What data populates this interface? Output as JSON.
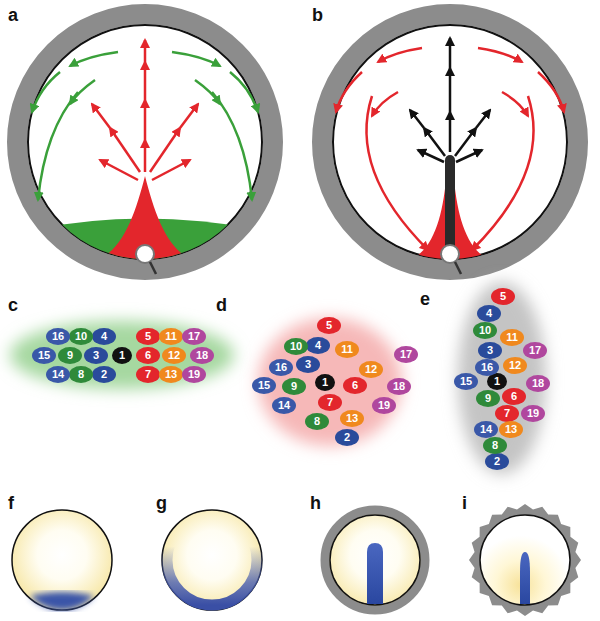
{
  "diagram": {
    "nodes": [
      {
        "text": [
          "1"
        ]
      },
      {
        "text": [
          "2"
        ]
      },
      {
        "text": [
          "3"
        ]
      },
      {
        "text": [
          "4"
        ]
      },
      {
        "text": [
          "5"
        ]
      },
      {
        "text": [
          "6"
        ]
      },
      {
        "text": [
          "7"
        ]
      },
      {
        "text": [
          "8"
        ]
      },
      {
        "text": [
          "9"
        ]
      },
      {
        "text": [
          "10"
        ]
      },
      {
        "text": [
          "11"
        ]
      },
      {
        "text": [
          "12"
        ]
      },
      {
        "text": [
          "13"
        ]
      },
      {
        "text": [
          "14"
        ]
      },
      {
        "text": [
          "15"
        ]
      },
      {
        "text": [
          "16"
        ]
      },
      {
        "text": [
          "17"
        ]
      },
      {
        "text": [
          "18"
        ]
      },
      {
        "text": [
          "19"
        ]
      },
      {
        "text": [
          "1"
        ]
      },
      {
        "text": [
          "2"
        ]
      },
      {
        "text": [
          "3"
        ]
      },
      {
        "text": [
          "4"
        ]
      },
      {
        "text": [
          "5"
        ]
      },
      {
        "text": [
          "6"
        ]
      },
      {
        "text": [
          "7"
        ]
      },
      {
        "text": [
          "8"
        ]
      },
      {
        "text": [
          "9"
        ]
      },
      {
        "text": [
          "10"
        ]
      },
      {
        "text": [
          "11"
        ]
      },
      {
        "text": [
          "12"
        ]
      },
      {
        "text": [
          "13"
        ]
      },
      {
        "text": [
          "14"
        ]
      },
      {
        "text": [
          "15"
        ]
      },
      {
        "text": [
          "16"
        ]
      },
      {
        "text": [
          "17"
        ]
      },
      {
        "text": [
          "18"
        ]
      },
      {
        "text": [
          "19"
        ]
      },
      {
        "text": [
          "1"
        ]
      },
      {
        "text": [
          "2"
        ]
      },
      {
        "text": [
          "3"
        ]
      },
      {
        "text": [
          "4"
        ]
      },
      {
        "text": [
          "5"
        ]
      },
      {
        "text": [
          "6"
        ]
      },
      {
        "text": [
          "7"
        ]
      },
      {
        "text": [
          "8"
        ]
      },
      {
        "text": [
          "9"
        ]
      },
      {
        "text": [
          "10"
        ]
      },
      {
        "text": [
          "11"
        ]
      },
      {
        "text": [
          "12"
        ]
      },
      {
        "text": [
          "13"
        ]
      },
      {
        "text": [
          "14"
        ]
      },
      {
        "text": [
          "15"
        ]
      },
      {
        "text": [
          "16"
        ]
      },
      {
        "text": [
          "17"
        ]
      },
      {
        "text": [
          "18"
        ]
      },
      {
        "text": [
          "19"
        ]
      }
    ],
    "labels": [
      "a",
      "b",
      "c",
      "d",
      "e",
      "f",
      "g",
      "h",
      "i"
    ]
  }
}
